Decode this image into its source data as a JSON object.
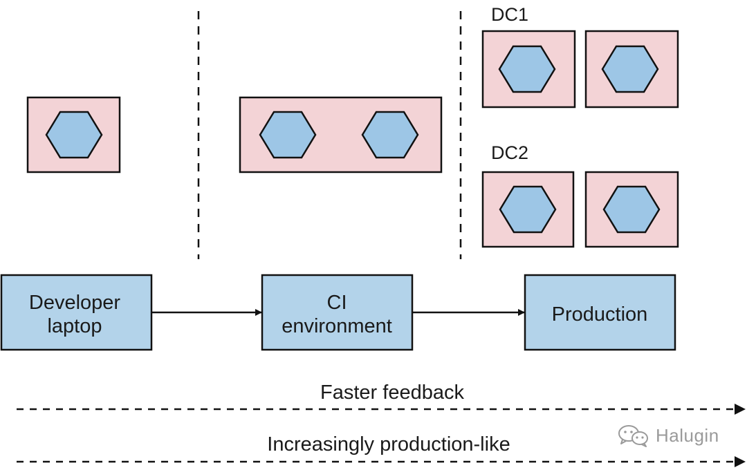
{
  "colors": {
    "container_fill": "#f3d3d6",
    "service_fill": "#9dc6e6",
    "stage_fill": "#b3d3ea",
    "stroke": "#111111",
    "watermark": "#9a9a9a"
  },
  "stages": [
    {
      "id": "developer-laptop",
      "lines": [
        "Developer",
        "laptop"
      ]
    },
    {
      "id": "ci-environment",
      "lines": [
        "CI",
        "environment"
      ]
    },
    {
      "id": "production",
      "lines": [
        "Production"
      ]
    }
  ],
  "datacenters": {
    "dc1": "DC1",
    "dc2": "DC2"
  },
  "axes": {
    "faster_feedback": "Faster feedback",
    "production_like": "Increasingly production-like"
  },
  "watermark": {
    "text": "Halugin",
    "icon": "wechat-icon"
  }
}
